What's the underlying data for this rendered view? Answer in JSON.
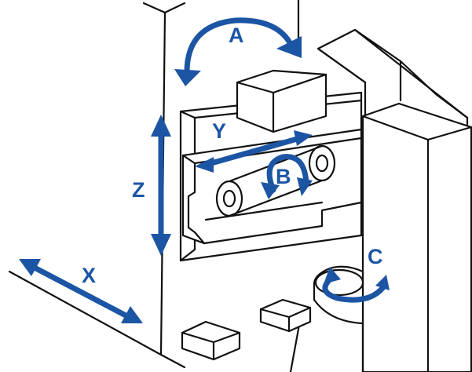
{
  "labels": {
    "a": "A",
    "b": "B",
    "c": "C",
    "x": "X",
    "y": "Y",
    "z": "Z"
  },
  "colors": {
    "arrow": "#1c55a4",
    "line": "#111111",
    "background": "#ffffff"
  }
}
